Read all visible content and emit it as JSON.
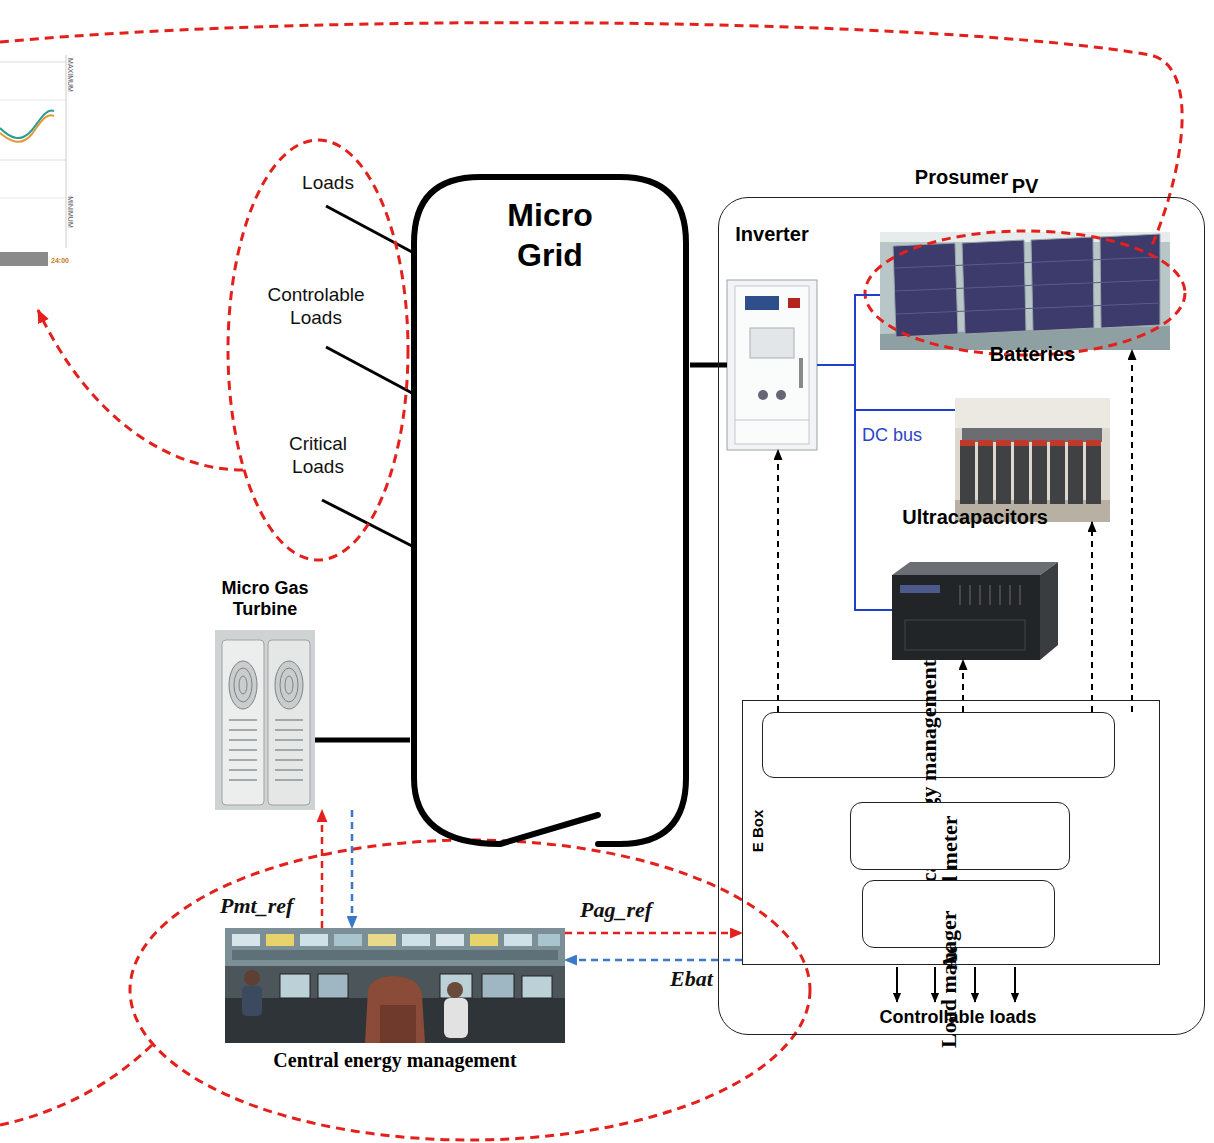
{
  "diagram": {
    "nodes": [
      {
        "text": [
          "Micro Grid"
        ]
      },
      {
        "text": [
          "Micro Gas Turbine"
        ]
      },
      {
        "text": [
          "Central energy management"
        ]
      },
      {
        "text": [
          "Prosumer"
        ]
      },
      {
        "text": [
          "Inverter"
        ],
        "in": 3
      },
      {
        "text": [
          "PV"
        ],
        "in": 3
      },
      {
        "text": [
          "Batteries"
        ],
        "in": 3
      },
      {
        "text": [
          "Ultracapacitors"
        ],
        "in": 3
      },
      {
        "text": [
          "E Box"
        ],
        "in": 3
      },
      {
        "text": [
          "Local energy management"
        ],
        "in": 8
      },
      {
        "text": [
          "Advanced meter"
        ],
        "in": 8
      },
      {
        "text": [
          "Load manager"
        ],
        "in": 8
      }
    ],
    "edges": [
      {
        "from": 1,
        "to": 0,
        "arrow": "none"
      },
      {
        "from": 0,
        "to": 4,
        "arrow": "none"
      },
      {
        "from": 4,
        "to": 5,
        "arrow": "none"
      },
      {
        "from": 4,
        "to": 6,
        "arrow": "none"
      },
      {
        "from": 4,
        "to": 7,
        "arrow": "none"
      },
      {
        "from": 9,
        "to": 4,
        "arrow": "to"
      },
      {
        "from": 9,
        "to": 7,
        "arrow": "to"
      },
      {
        "from": 9,
        "to": 6,
        "arrow": "to"
      },
      {
        "from": 9,
        "to": 5,
        "arrow": "to"
      },
      {
        "from": 2,
        "to": 1,
        "arrow": "to",
        "label": "Pmt_ref"
      },
      {
        "from": 1,
        "to": 2,
        "arrow": "to"
      },
      {
        "from": 2,
        "to": 8,
        "arrow": "to",
        "label": "Pag_ref"
      },
      {
        "from": 8,
        "to": 2,
        "arrow": "to",
        "label": "Ebat"
      }
    ],
    "labels": [
      "Loads",
      "Controlable Loads",
      "Critical Loads",
      "DC bus",
      "Controllable loads",
      "MAXIMUM",
      "MINIMUM",
      "24:00"
    ]
  }
}
